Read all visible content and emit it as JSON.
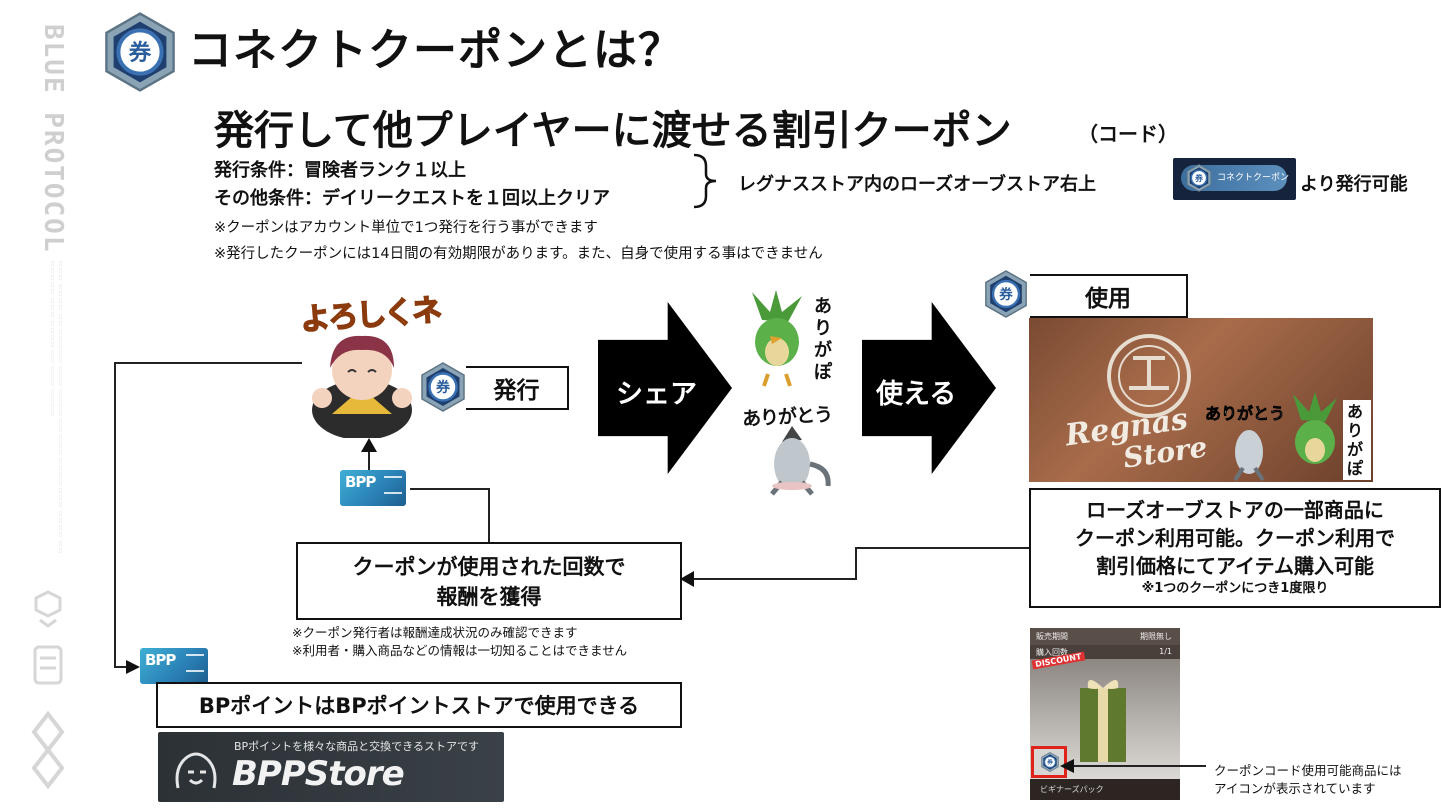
{
  "brand": {
    "vertical_text": "BLUE PROTOCOL"
  },
  "header": {
    "title": "コネクトクーポンとは？"
  },
  "subtitle": {
    "main": "発行して他プレイヤーに渡せる割引クーポン",
    "note": "（コード）"
  },
  "conditions": {
    "issue": "発行条件：冒険者ランク１以上",
    "other": "その他条件：デイリークエストを１回以上クリア",
    "location_prefix": "レグナスストア内のローズオーブストア右上",
    "location_suffix": "より発行可能",
    "button_label": "コネクトクーポン",
    "note1": "※クーポンはアカウント単位で1つ発行を行う事ができます",
    "note2": "※発行したクーポンには14日間の有効期限があります。また、自身で使用する事はできません"
  },
  "flow": {
    "issue_label": "発行",
    "share_label": "シェア",
    "use_arrow_label": "使える",
    "use_label": "使用",
    "yoroshiku": "よろしくネ",
    "arigapo": "ありがぽ",
    "arigatou": "ありがとう"
  },
  "store": {
    "sign_line1": "Regnas",
    "sign_line2": "Store"
  },
  "use_desc": {
    "line1": "ローズオーブストアの一部商品に",
    "line2": "クーポン利用可能。クーポン利用で",
    "line3": "割引価格にてアイテム購入可能",
    "note": "※1つのクーポンにつき1度限り"
  },
  "reward": {
    "line1": "クーポンが使用された回数で",
    "line2": "報酬を獲得",
    "note1": "※クーポン発行者は報酬達成状況のみ確認できます",
    "note2": "※利用者・購入商品などの情報は一切知ることはできません"
  },
  "bp": {
    "card_label": "BPP",
    "info": "BPポイントはBPポイントストアで使用できる",
    "store_caption": "BPポイントを様々な商品と交換できるストアです",
    "store_logo": "BPPStore"
  },
  "item": {
    "row1_label": "販売期間",
    "row1_value": "期限無し",
    "row2_label": "購入回数",
    "row2_value": "1/1",
    "ribbon": "DISCOUNT",
    "name": "ビギナーズパック",
    "callout_line1": "クーポンコード使用可能商品には",
    "callout_line2": "アイコンが表示されています"
  },
  "colors": {
    "badge_outer": "#8aa4b5",
    "badge_inner": "#2a5d9c",
    "highlight": "#e0231a"
  }
}
